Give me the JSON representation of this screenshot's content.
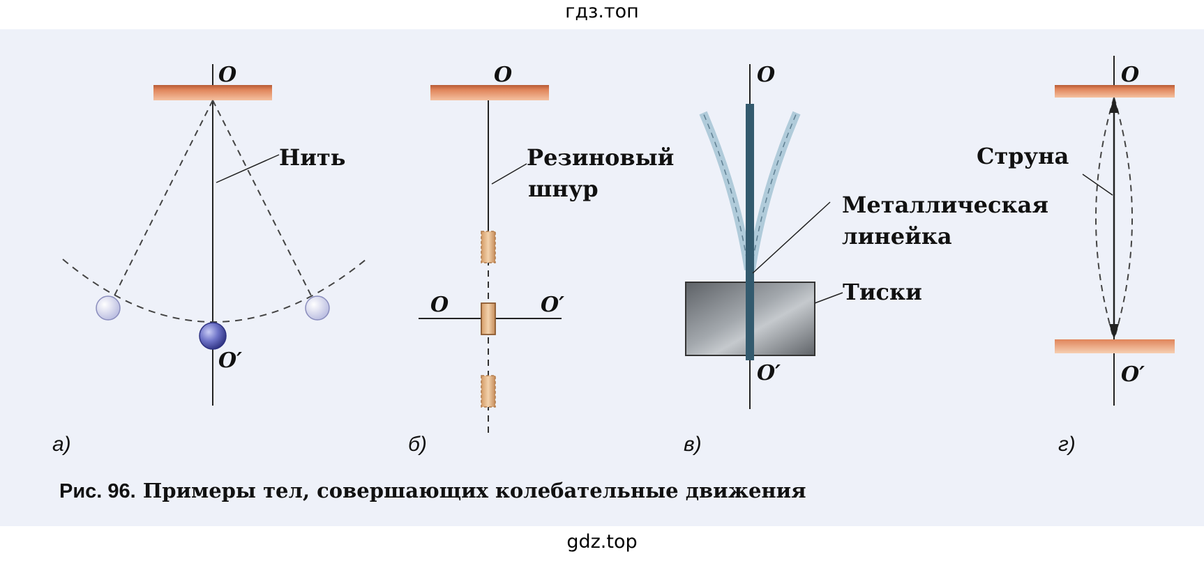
{
  "watermark_top": "гдз.топ",
  "watermark_bottom": "gdz.top",
  "caption": {
    "number": "Рис. 96.",
    "text": " Примеры тел, совершающих колебательные движения"
  },
  "panels": {
    "a": {
      "letter": "а)",
      "axis_top": "O",
      "axis_bottom": "O′",
      "label": "Нить"
    },
    "b": {
      "letter": "б)",
      "axis_top": "O",
      "axis_left": "O",
      "axis_right": "O′",
      "label_line1": "Резиновый",
      "label_line2": "шнур"
    },
    "c": {
      "letter": "в)",
      "axis_top": "O",
      "axis_bottom": "O′",
      "ruler_line1": "Металлическая",
      "ruler_line2": "линейка",
      "vise": "Тиски"
    },
    "d": {
      "letter": "г)",
      "axis_top": "O",
      "axis_bottom": "O′",
      "label": "Струна"
    }
  },
  "colors": {
    "page_tint": "#eef1f9",
    "support": "#e0845a",
    "support_dark": "#b65a35",
    "ball_main": "#6f74c8",
    "ball_ghost": "#d8daf2",
    "weight": "#e4b888",
    "weight_dark": "#c48a58",
    "ruler": "#335a6e",
    "ruler_ghost": "#a9c6d6",
    "vise": "#8a8e93"
  }
}
